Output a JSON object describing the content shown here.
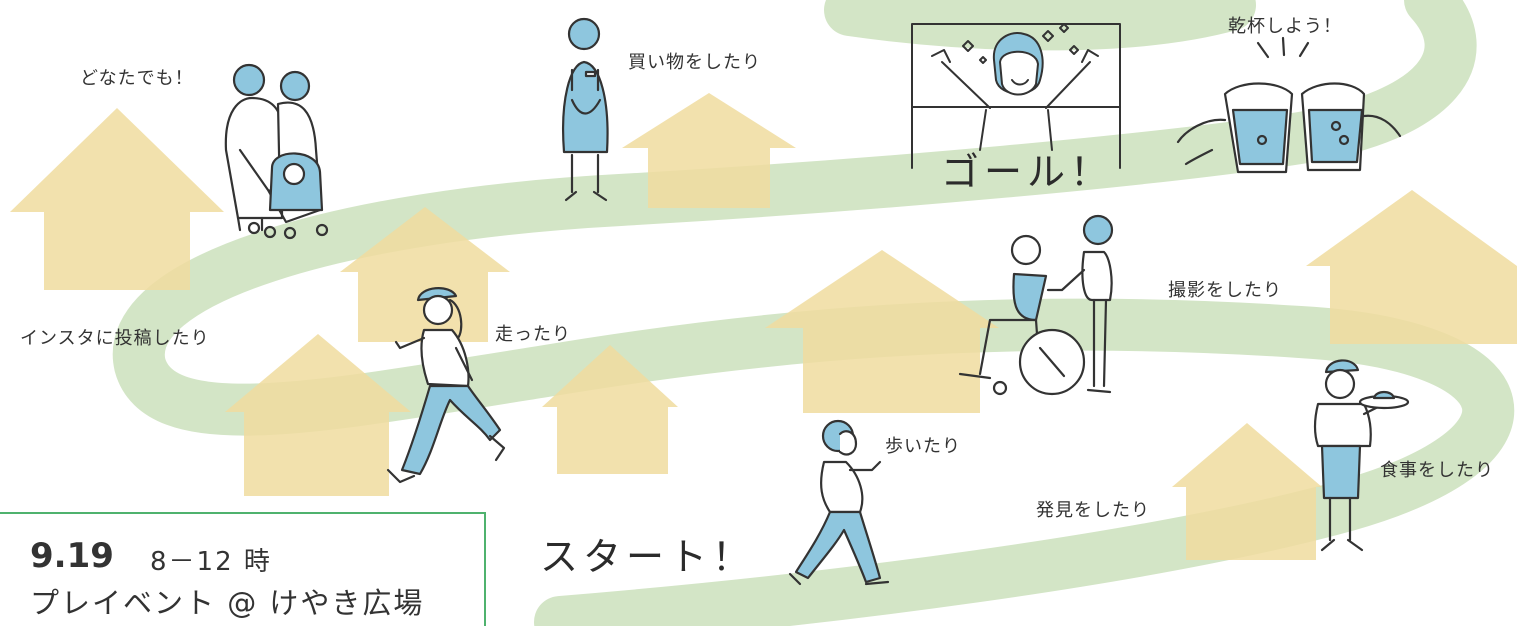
{
  "labels": {
    "anyone": "どなたでも！",
    "shopping": "買い物をしたり",
    "goal": "ゴール！",
    "cheers": "乾杯しよう！",
    "instagram": "インスタに投稿したり",
    "running": "走ったり",
    "photo": "撮影をしたり",
    "walking": "歩いたり",
    "meal": "食事をしたり",
    "discover": "発見をしたり",
    "start": "スタート！"
  },
  "event": {
    "date": "9.19",
    "time": "8－12 時",
    "name": "プレイベント @ けやき広場"
  },
  "colors": {
    "path": "#d3e5c6",
    "house": "#f0dc9f",
    "figure_blue": "#8ec6de",
    "line": "#333333",
    "border_green": "#4fb26e"
  }
}
